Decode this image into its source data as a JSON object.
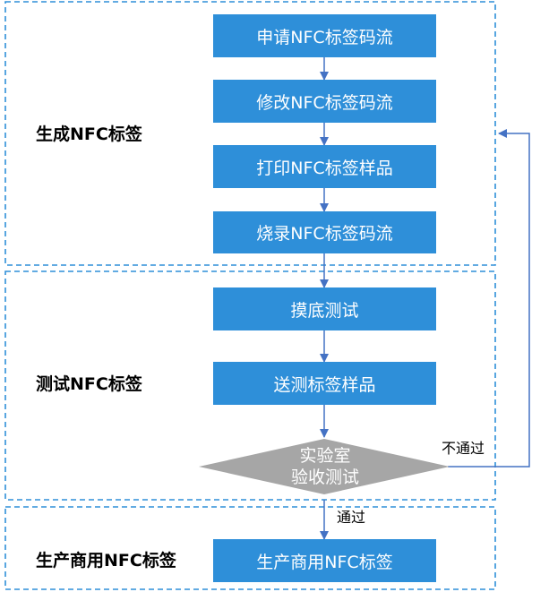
{
  "colors": {
    "step_fill": "#2E8FD9",
    "decision_fill": "#A6A6A6",
    "phase_border": "#2E8FD9",
    "connector": "#4472C4"
  },
  "phases": [
    {
      "label": "生成NFC标签"
    },
    {
      "label": "测试NFC标签"
    },
    {
      "label": "生产商用NFC标签"
    }
  ],
  "steps": [
    {
      "label": "申请NFC标签码流"
    },
    {
      "label": "修改NFC标签码流"
    },
    {
      "label": "打印NFC标签样品"
    },
    {
      "label": "烧录NFC标签码流"
    },
    {
      "label": "摸底测试"
    },
    {
      "label": "送测标签样品"
    },
    {
      "label": "生产商用NFC标签"
    }
  ],
  "decision": {
    "line1": "实验室",
    "line2": "验收测试",
    "pass_label": "通过",
    "fail_label": "不通过"
  }
}
